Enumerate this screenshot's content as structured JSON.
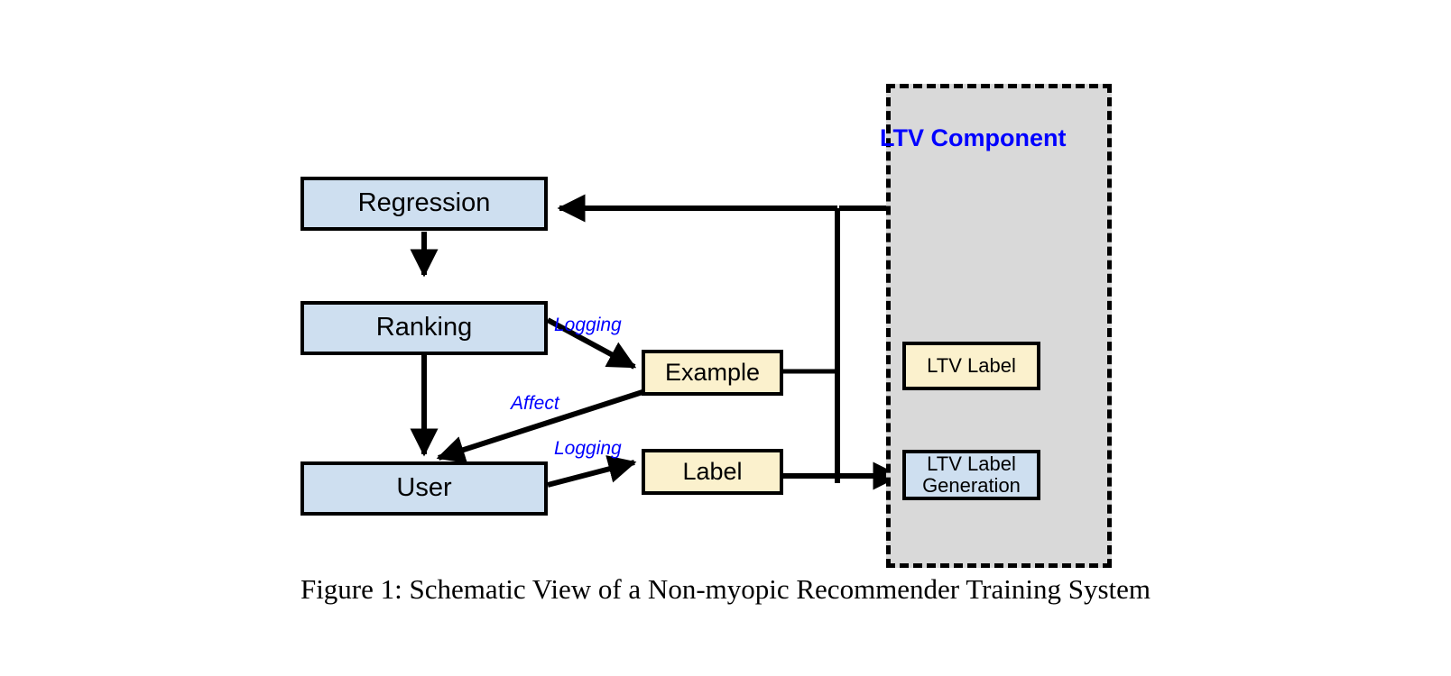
{
  "figure": {
    "caption": "Figure 1: Schematic View of a Non-myopic Recommender Training System"
  },
  "colors": {
    "box_blue": "#cedff0",
    "box_cream": "#fbf1cd",
    "panel_gray": "#d9d9d9",
    "stroke": "#000000",
    "label_blue": "#0000ff",
    "background": "#ffffff"
  },
  "panel": {
    "title": "LTV Component",
    "style": "dashed"
  },
  "nodes": {
    "regression": {
      "label": "Regression",
      "fill": "blue"
    },
    "ranking": {
      "label": "Ranking",
      "fill": "blue"
    },
    "user": {
      "label": "User",
      "fill": "blue"
    },
    "example": {
      "label": "Example",
      "fill": "cream"
    },
    "label": {
      "label": "Label",
      "fill": "cream"
    },
    "ltv_label": {
      "label": "LTV Label",
      "fill": "cream"
    },
    "ltv_label_generation": {
      "label": "LTV Label Generation",
      "fill": "blue"
    }
  },
  "edge_labels": {
    "ranking_to_example": "Logging",
    "example_to_user": "Affect",
    "user_to_label": "Logging"
  },
  "edges": [
    {
      "from": "regression",
      "to": "ranking",
      "label": ""
    },
    {
      "from": "ranking",
      "to": "user",
      "label": ""
    },
    {
      "from": "ranking",
      "to": "example",
      "label": "Logging"
    },
    {
      "from": "example",
      "to": "user",
      "label": "Affect"
    },
    {
      "from": "user",
      "to": "label",
      "label": "Logging"
    },
    {
      "from": "example",
      "to": "regression",
      "label": ""
    },
    {
      "from": "label",
      "to": "ltv_label_generation",
      "label": ""
    },
    {
      "from": "ltv_label_generation",
      "to": "ltv_label",
      "label": ""
    },
    {
      "from": "ltv_label",
      "to": "regression",
      "label": ""
    }
  ]
}
